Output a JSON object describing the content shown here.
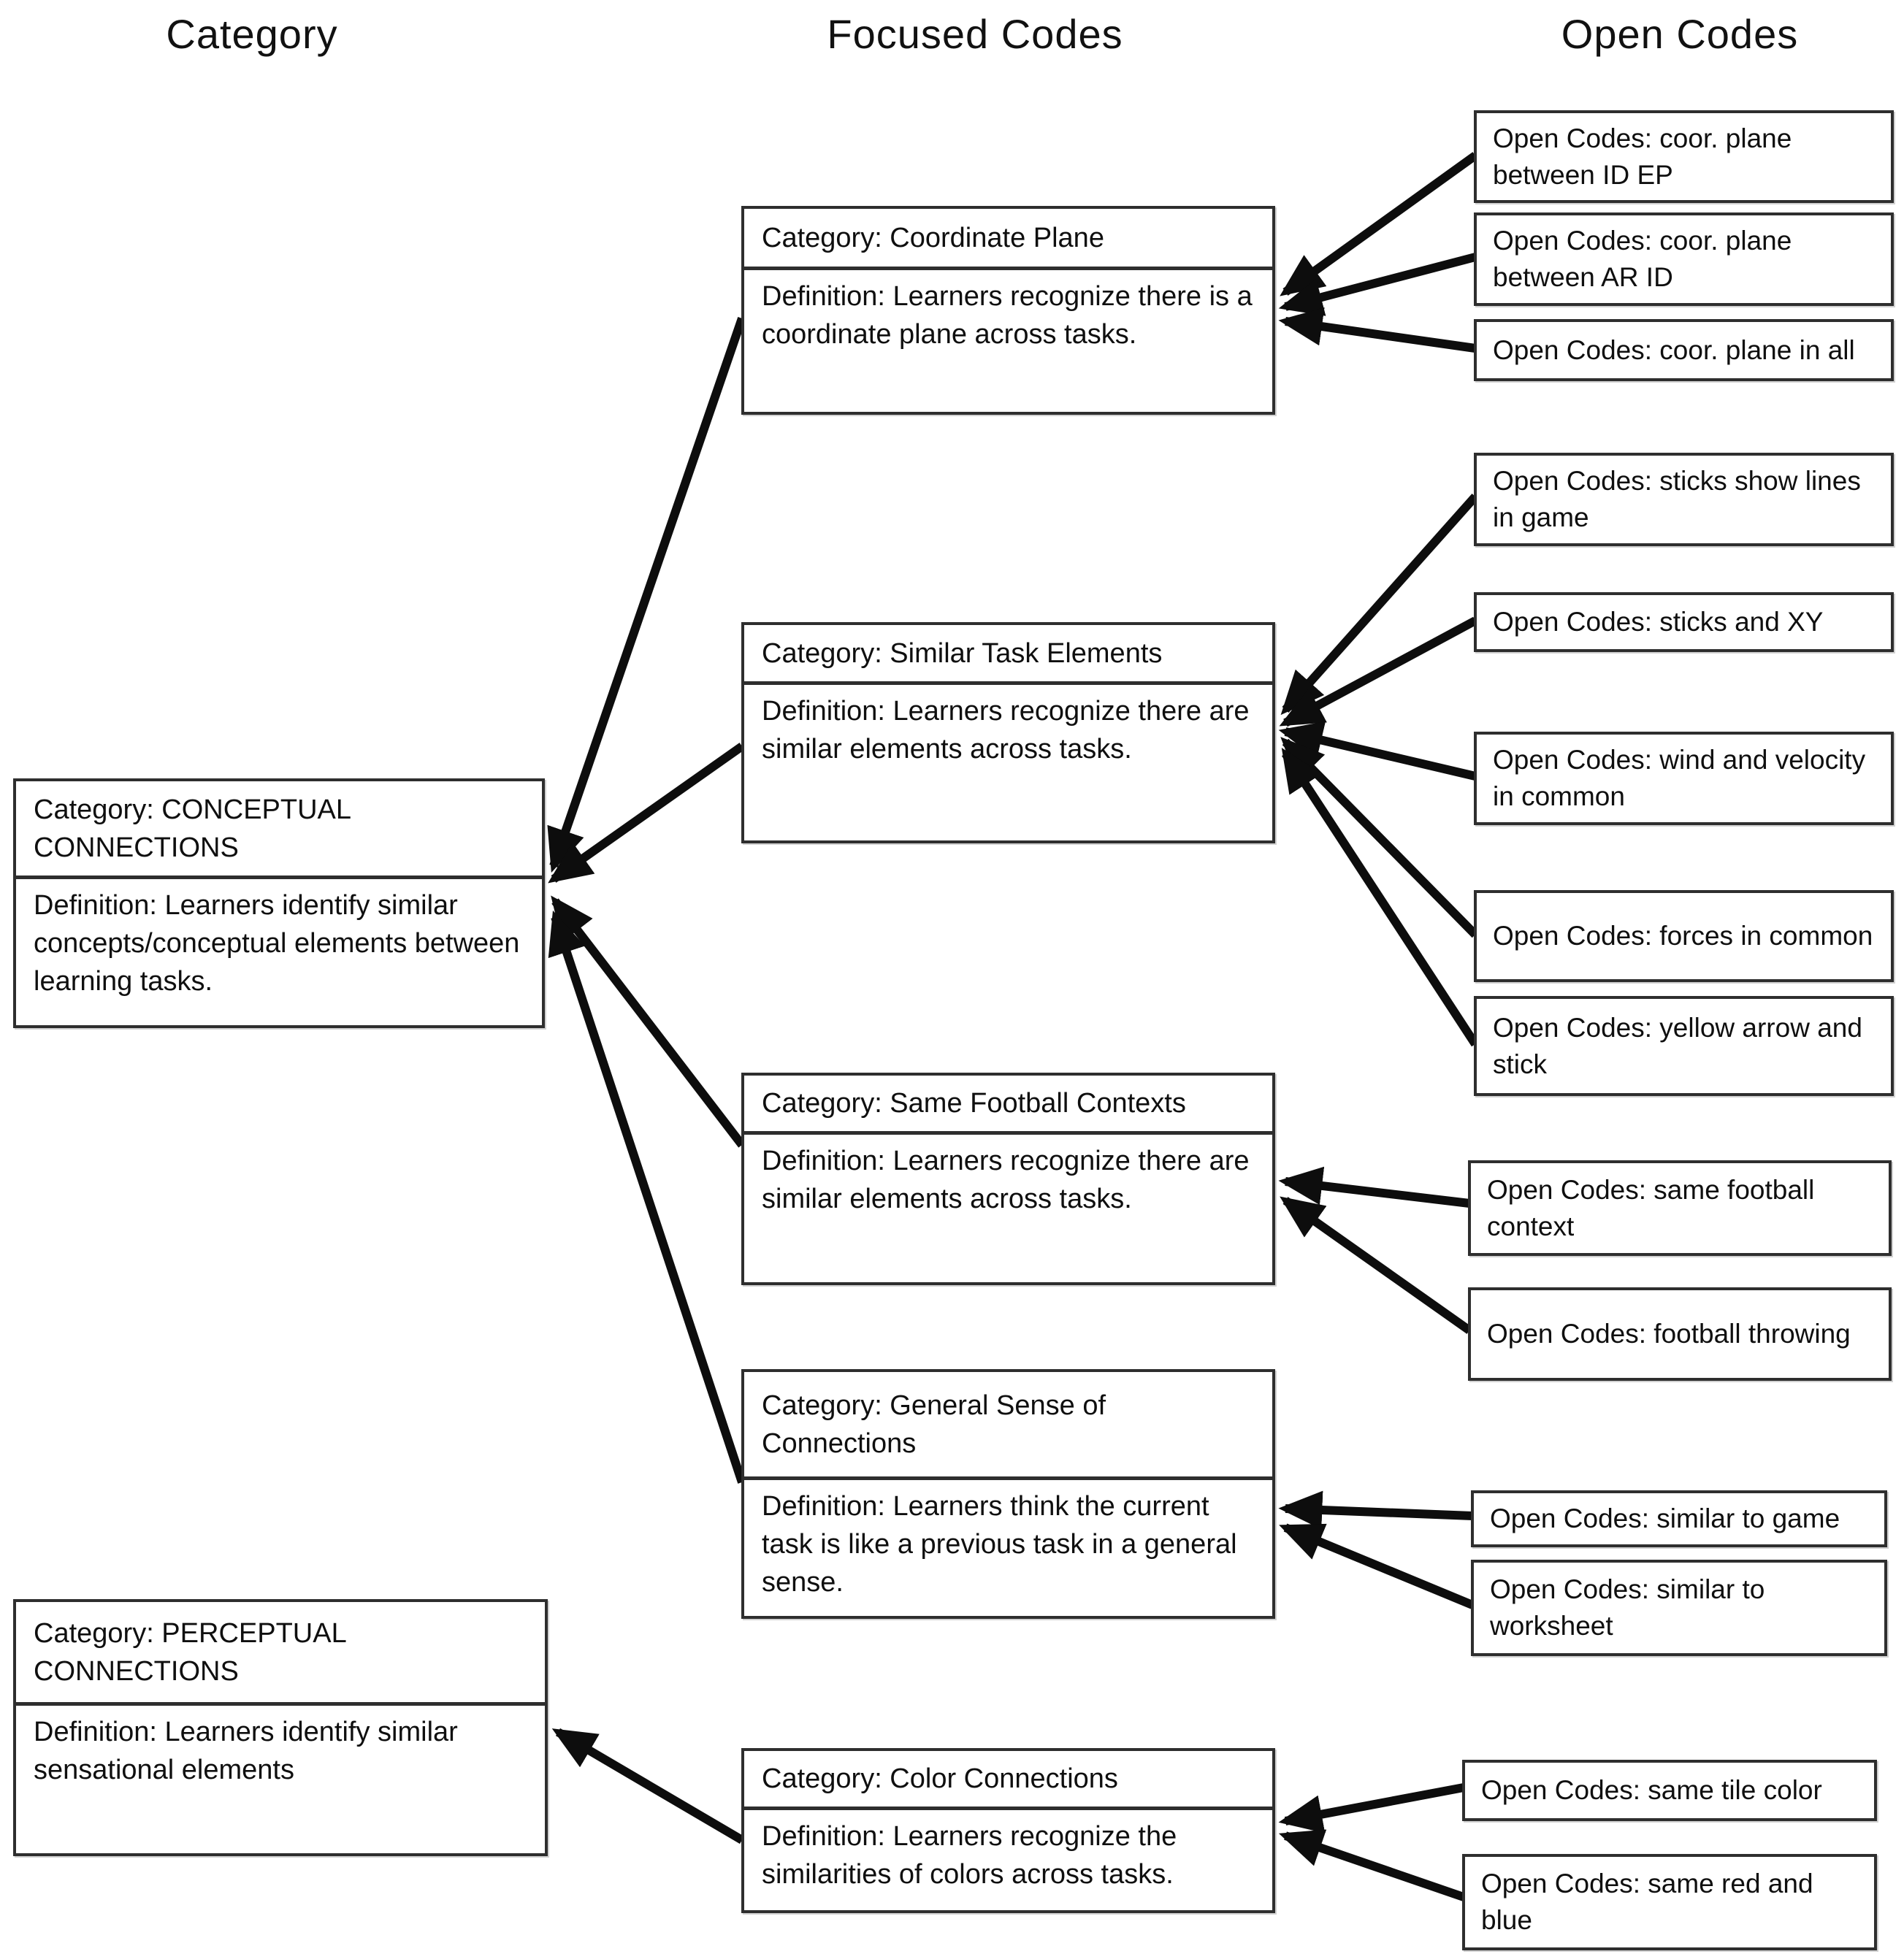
{
  "headers": {
    "category": "Category",
    "focused": "Focused Codes",
    "open": "Open Codes"
  },
  "categories": [
    {
      "id": "conceptual",
      "title": "Category: CONCEPTUAL CONNECTIONS",
      "definition": "Definition: Learners identify similar concepts/conceptual elements between learning tasks."
    },
    {
      "id": "perceptual",
      "title": "Category: PERCEPTUAL CONNECTIONS",
      "definition": "Definition: Learners identify similar sensational elements"
    }
  ],
  "focused_codes": [
    {
      "id": "coordinate-plane",
      "title": "Category: Coordinate Plane",
      "definition": "Definition: Learners recognize there is a coordinate plane across tasks.",
      "parent": "conceptual"
    },
    {
      "id": "similar-task-elements",
      "title": "Category: Similar Task Elements",
      "definition": "Definition: Learners recognize there are similar elements across tasks.",
      "parent": "conceptual"
    },
    {
      "id": "same-football-contexts",
      "title": "Category: Same Football Contexts",
      "definition": "Definition: Learners recognize there are similar elements across tasks.",
      "parent": "conceptual"
    },
    {
      "id": "general-sense-of-connections",
      "title": "Category: General Sense of Connections",
      "definition": "Definition: Learners think the current task is like a previous task in a general sense.",
      "parent": "conceptual"
    },
    {
      "id": "color-connections",
      "title": "Category: Color Connections",
      "definition": "Definition: Learners recognize the similarities of colors across tasks.",
      "parent": "perceptual"
    }
  ],
  "open_codes": [
    {
      "label": "Open Codes: coor. plane between ID EP",
      "parent": "coordinate-plane"
    },
    {
      "label": "Open Codes: coor. plane between AR ID",
      "parent": "coordinate-plane"
    },
    {
      "label": "Open Codes: coor. plane in all",
      "parent": "coordinate-plane"
    },
    {
      "label": "Open Codes: sticks show lines in game",
      "parent": "similar-task-elements"
    },
    {
      "label": "Open Codes: sticks and XY",
      "parent": "similar-task-elements"
    },
    {
      "label": "Open Codes: wind and velocity in common",
      "parent": "similar-task-elements"
    },
    {
      "label": "Open Codes: forces in common",
      "parent": "similar-task-elements"
    },
    {
      "label": "Open Codes: yellow arrow and stick",
      "parent": "similar-task-elements"
    },
    {
      "label": "Open Codes: same football context",
      "parent": "same-football-contexts"
    },
    {
      "label": "Open Codes: football throwing",
      "parent": "same-football-contexts"
    },
    {
      "label": "Open Codes: similar to game",
      "parent": "general-sense-of-connections"
    },
    {
      "label": "Open Codes: similar to worksheet",
      "parent": "general-sense-of-connections"
    },
    {
      "label": "Open Codes: same tile color",
      "parent": "color-connections"
    },
    {
      "label": "Open Codes: same red and blue",
      "parent": "color-connections"
    }
  ],
  "colors": {
    "ink": "#0f0f0f",
    "border": "#2e2e2e",
    "background": "#ffffff"
  }
}
